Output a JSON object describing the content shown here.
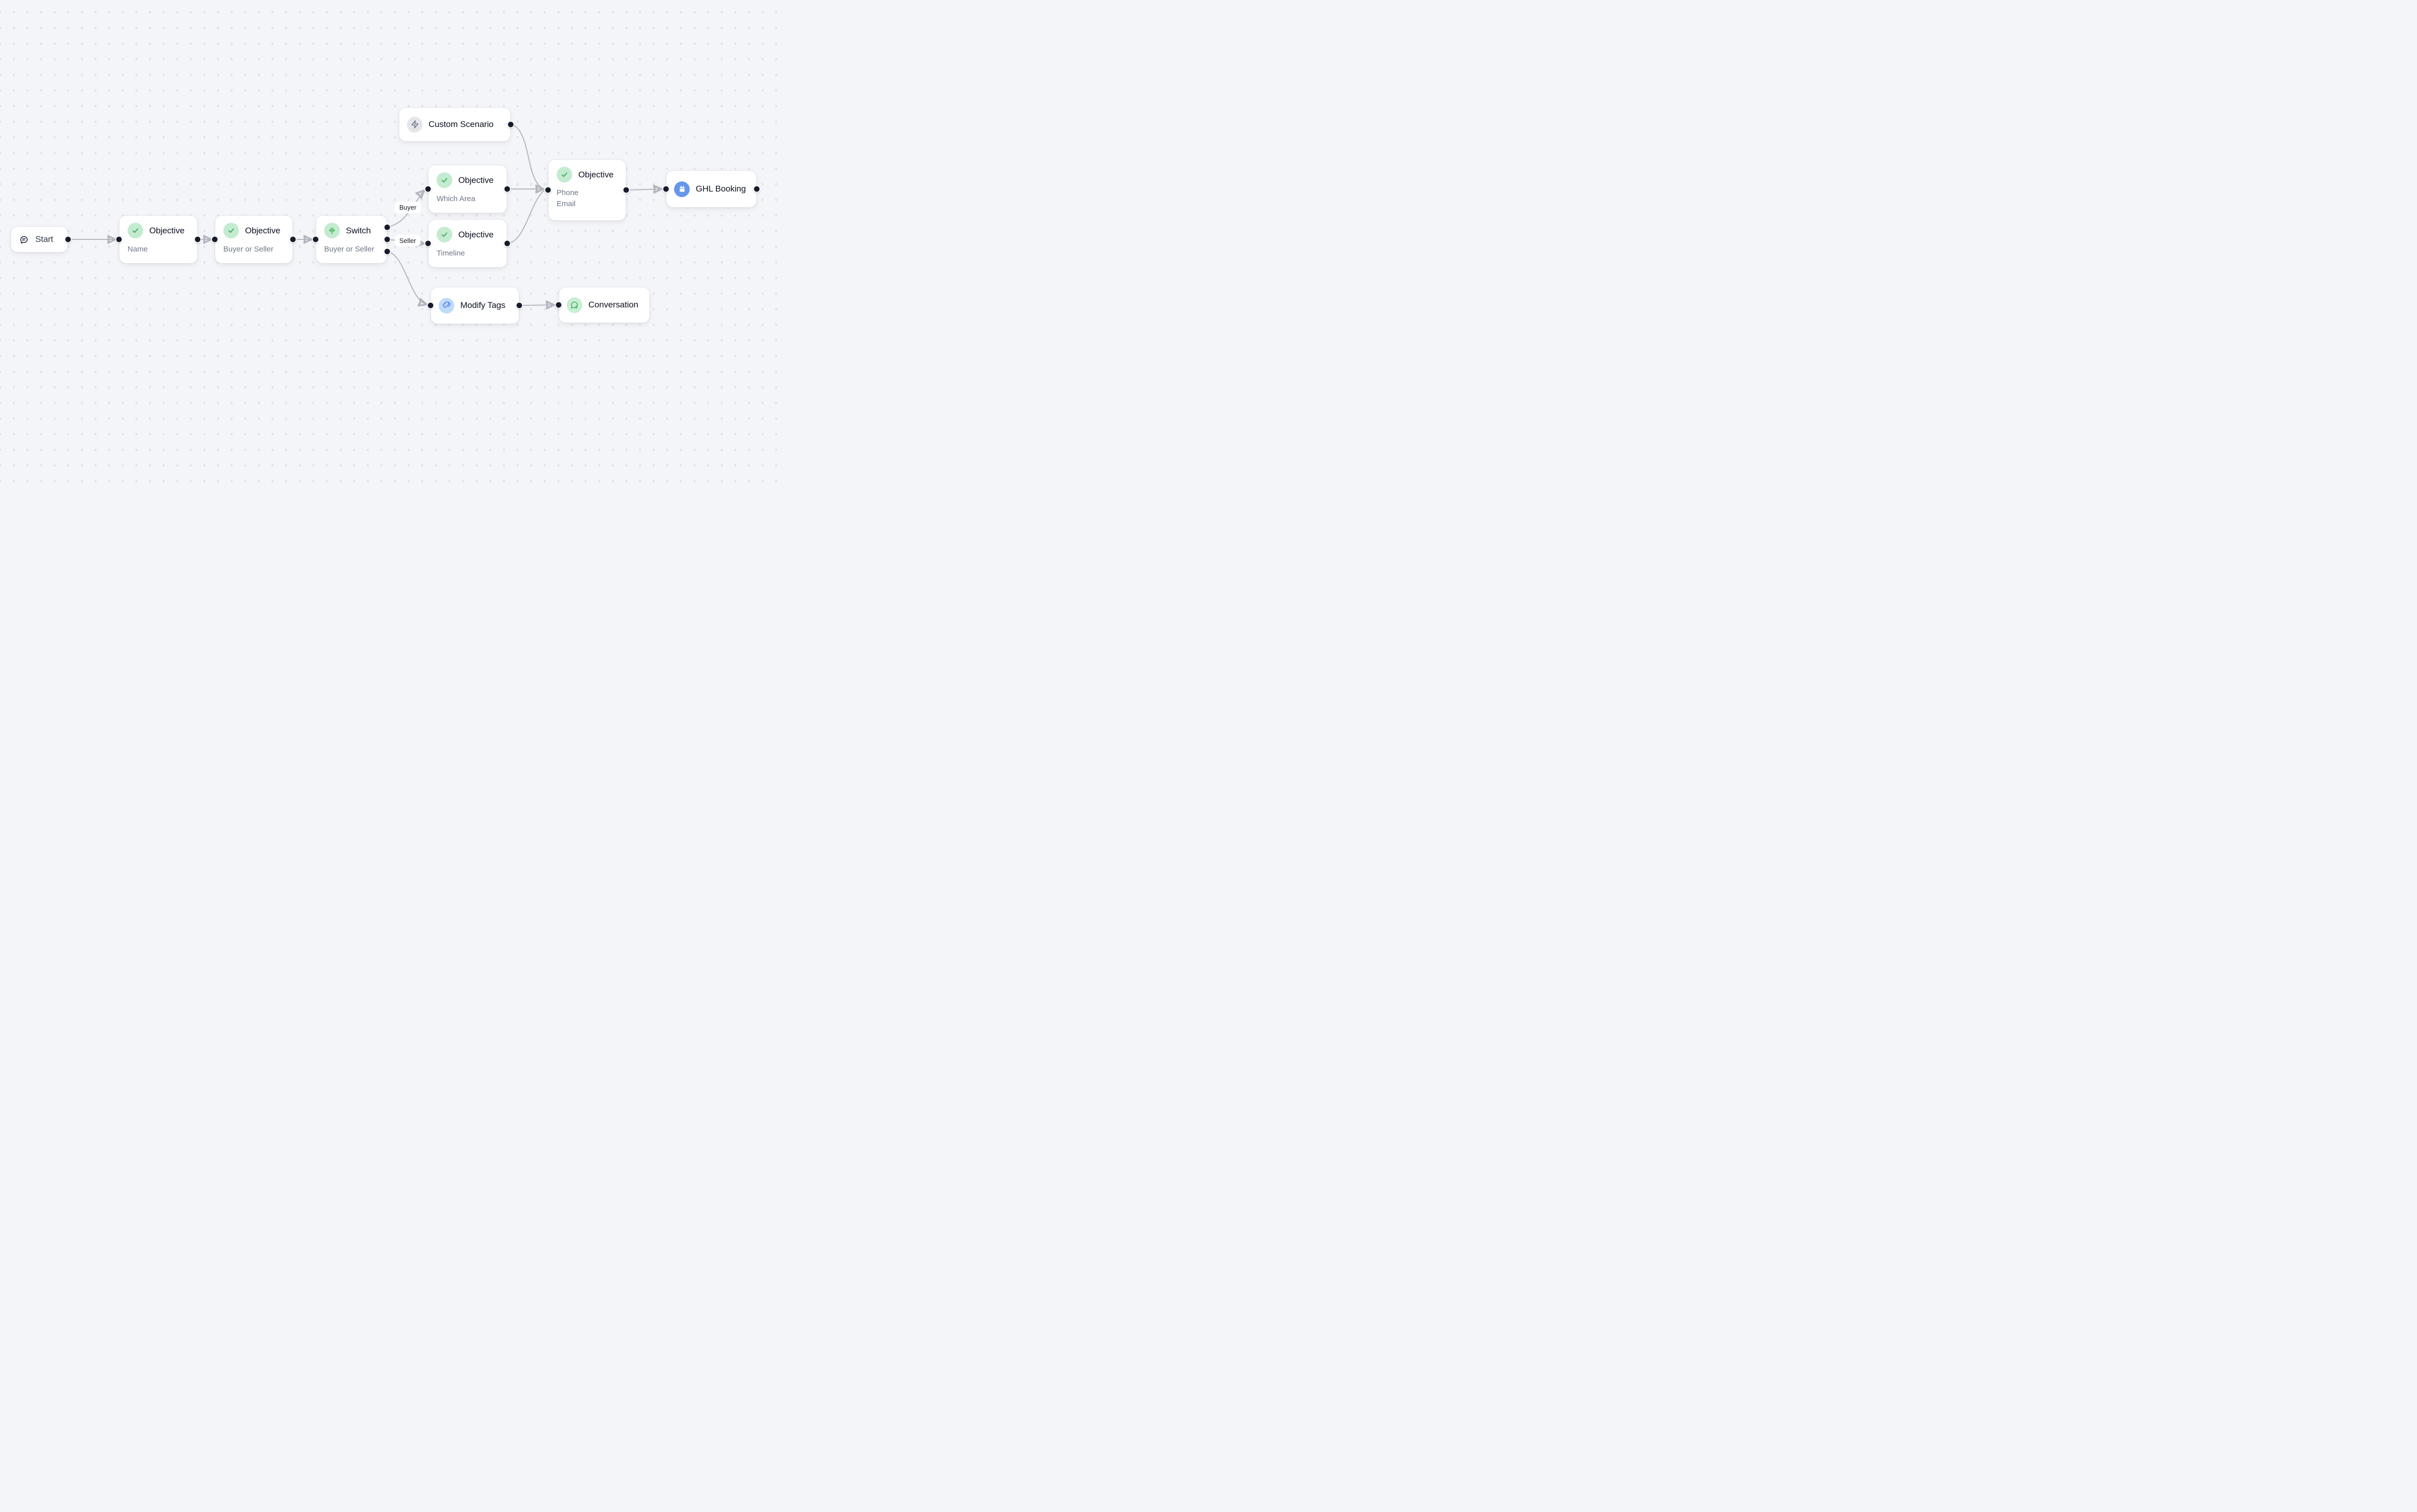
{
  "labels": {
    "buyer": "Buyer",
    "seller": "Seller"
  },
  "nodes": {
    "start": {
      "title": "Start",
      "icon": "chat-bubble-icon"
    },
    "objective_name": {
      "title": "Objective",
      "subtitle": "Name",
      "icon": "check-circle-icon"
    },
    "objective_buyer_seller": {
      "title": "Objective",
      "subtitle": "Buyer or Seller",
      "icon": "check-circle-icon"
    },
    "switch": {
      "title": "Switch",
      "subtitle": "Buyer or Seller",
      "icon": "split-arrows-icon"
    },
    "custom_scenario": {
      "title": "Custom Scenario",
      "icon": "lightning-icon"
    },
    "objective_which_area": {
      "title": "Objective",
      "subtitle": "Which Area",
      "icon": "check-circle-icon"
    },
    "objective_timeline": {
      "title": "Objective",
      "subtitle": "Timeline",
      "icon": "check-circle-icon"
    },
    "objective_contact": {
      "title": "Objective",
      "subtitle_line1": "Phone",
      "subtitle_line2": "Email",
      "icon": "check-circle-icon"
    },
    "ghl_booking": {
      "title": "GHL Booking",
      "icon": "calendar-icon"
    },
    "modify_tags": {
      "title": "Modify Tags",
      "icon": "tags-icon"
    },
    "conversation": {
      "title": "Conversation",
      "icon": "chat-user-icon"
    }
  },
  "colors": {
    "canvas_background": "#f4f5f8",
    "grid_dot": "#e2e3e7",
    "node_background": "#ffffff",
    "node_border": "#e3e5ea",
    "edge": "#b3b6bd",
    "handle": "#171c2c",
    "title_text": "#0d1220",
    "subtitle_text": "#6e7687",
    "green_icon_bg": "#c4ebcf",
    "green_icon": "#3fa95c",
    "switch_icon": "#4db863",
    "gray_icon_bg": "#e4e6ea",
    "lightning_icon": "#5b6474",
    "blue_icon_bg": "#6697ea",
    "light_blue_icon_bg": "#c0dbfa",
    "tags_icon": "#4477ec",
    "light_green_icon_bg": "#c8efd4",
    "conversation_icon": "#3fad5e"
  }
}
